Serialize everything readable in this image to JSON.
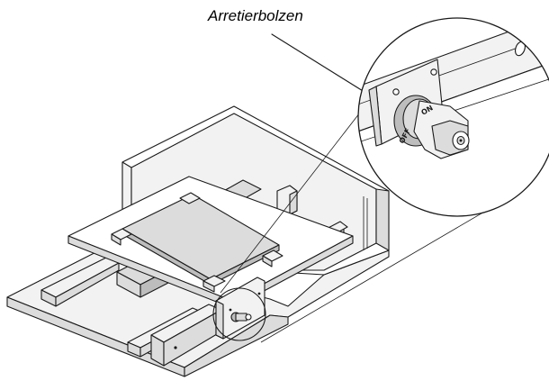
{
  "figure": {
    "callout_label": "Arretierbolzen",
    "knob_off": "OFF",
    "knob_on": "ON"
  },
  "icons": {
    "lock_knob": "locking-bolt-knob",
    "detail_circle": "magnifier-circle"
  }
}
